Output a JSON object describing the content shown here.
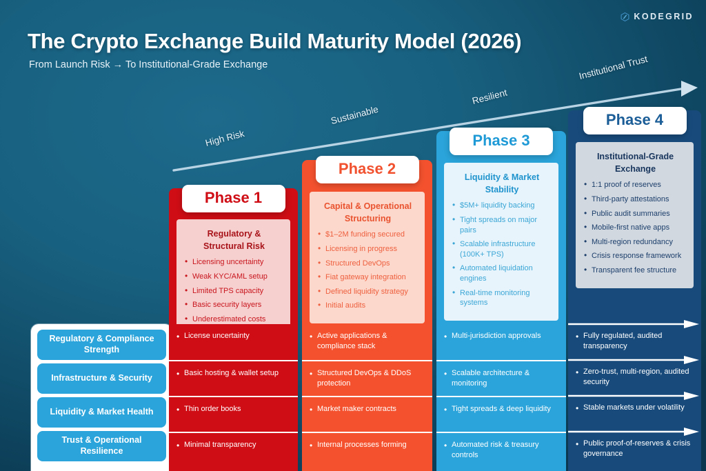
{
  "brand": {
    "name": "KODEGRID",
    "logo_icon": "hexagon-slash-icon",
    "color": "#dfeaf2"
  },
  "header": {
    "title": "The Crypto Exchange Build Maturity Model (2026)",
    "subtitle": "From Launch Risk → To Institutional-Grade Exchange"
  },
  "trajectory": {
    "arrow_icon": "diagonal-growth-arrow-icon",
    "labels": [
      "High Risk",
      "Sustainable",
      "Resilient",
      "Institutional Trust"
    ]
  },
  "phases": [
    {
      "badge": "Phase 1",
      "heading": "Regulatory &\nStructural Risk",
      "heading_line1": "Regulatory &",
      "heading_line2": "Structural Risk",
      "color": "#cf0d15",
      "items": [
        "Licensing uncertainty",
        "Weak KYC/AML setup",
        "Limited TPS capacity",
        "Basic security layers",
        "Underestimated costs"
      ]
    },
    {
      "badge": "Phase 2",
      "heading_line1": "Capital & Operational",
      "heading_line2": "Structuring",
      "color": "#f4522e",
      "items": [
        "$1–2M funding secured",
        "Licensing in progress",
        "Structured DevOps",
        "Fiat gateway integration",
        "Defined liquidity strategy",
        "Initial audits"
      ]
    },
    {
      "badge": "Phase 3",
      "heading_line1": "Liquidity & Market",
      "heading_line2": "Stability",
      "color": "#2aa4da",
      "items": [
        "$5M+ liquidity backing",
        "Tight spreads on major pairs",
        "Scalable infrastructure (100K+ TPS)",
        "Automated liquidation engines",
        "Real-time monitoring systems"
      ]
    },
    {
      "badge": "Phase 4",
      "heading_line1": "Institutional-Grade",
      "heading_line2": "Exchange",
      "color": "#184b7c",
      "items": [
        "1:1 proof of reserves",
        "Third-party attestations",
        "Public audit summaries",
        "Mobile-first native apps",
        "Multi-region redundancy",
        "Crisis response framework",
        "Transparent fee structure"
      ]
    }
  ],
  "matrix": {
    "row_labels": [
      "Regulatory & Compliance Strength",
      "Infrastructure & Security",
      "Liquidity & Market Health",
      "Trust & Operational Resilience"
    ],
    "columns": [
      {
        "phase": "Phase 1",
        "color": "#cf0d15",
        "cells": [
          "License uncertainty",
          "Basic hosting & wallet setup",
          "Thin order books",
          "Minimal transparency"
        ]
      },
      {
        "phase": "Phase 2",
        "color": "#f4522e",
        "cells": [
          "Active applications & compliance stack",
          "Structured DevOps & DDoS protection",
          "Market maker contracts",
          "Internal processes forming"
        ]
      },
      {
        "phase": "Phase 3",
        "color": "#2aa4da",
        "cells": [
          "Multi-jurisdiction approvals",
          "Scalable architecture & monitoring",
          "Tight spreads & deep liquidity",
          "Automated risk & treasury controls"
        ]
      },
      {
        "phase": "Phase 4",
        "color": "#184b7c",
        "cells": [
          "Fully regulated, audited transparency",
          "Zero-trust, multi-region, audited security",
          "Stable markets under volatility",
          "Public proof-of-reserves & crisis governance"
        ]
      }
    ]
  }
}
